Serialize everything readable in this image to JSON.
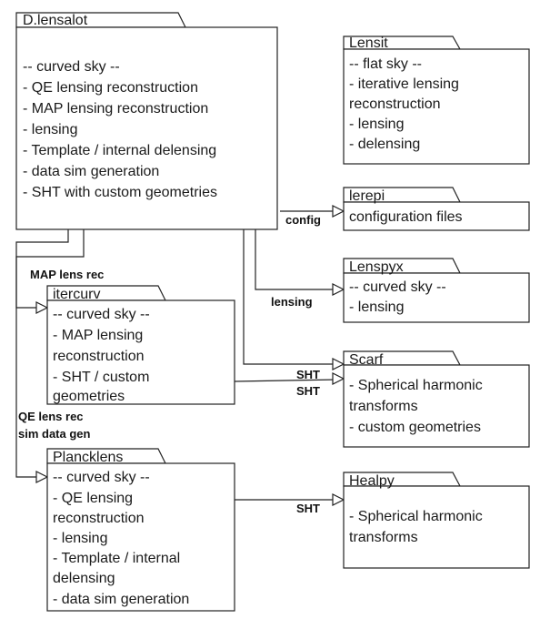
{
  "packages": {
    "dlensalot": {
      "name": "D.lensalot",
      "lines": [
        "-- curved sky --",
        "- QE lensing reconstruction",
        "- MAP lensing reconstruction",
        "- lensing",
        "- Template / internal delensing",
        "- data sim generation",
        "-  SHT with custom geometries"
      ]
    },
    "lensit": {
      "name": "Lensit",
      "lines": [
        "-- flat sky --",
        "- iterative lensing",
        "reconstruction",
        "- lensing",
        "- delensing"
      ]
    },
    "lerepi": {
      "name": "lerepi",
      "lines": [
        "configuration files"
      ]
    },
    "lenspyx": {
      "name": "Lenspyx",
      "lines": [
        "-- curved sky --",
        "- lensing"
      ]
    },
    "itercurv": {
      "name": "itercurv",
      "lines": [
        "-- curved sky --",
        "- MAP lensing",
        "reconstruction",
        "- SHT / custom",
        "geometries"
      ]
    },
    "scarf": {
      "name": "Scarf",
      "lines": [
        "- Spherical harmonic",
        "transforms",
        "- custom geometries"
      ]
    },
    "plancklens": {
      "name": "Plancklens",
      "lines": [
        "-- curved sky --",
        "- QE lensing",
        "reconstruction",
        "- lensing",
        "- Template / internal",
        "delensing",
        "- data sim generation"
      ]
    },
    "healpy": {
      "name": "Healpy",
      "lines": [
        "- Spherical harmonic",
        "transforms"
      ]
    }
  },
  "edges": {
    "config": {
      "label": "config"
    },
    "map_lens_rec": {
      "label": "MAP lens rec"
    },
    "lensing": {
      "label": "lensing"
    },
    "sht_dlensalot_scarf": {
      "label": "SHT"
    },
    "sht_itercurv_scarf": {
      "label": "SHT"
    },
    "qe_lens_rec": {
      "label": "QE lens rec"
    },
    "sim_data_gen": {
      "label": "sim data gen"
    },
    "sht_plancklens_healpy": {
      "label": "SHT"
    }
  }
}
